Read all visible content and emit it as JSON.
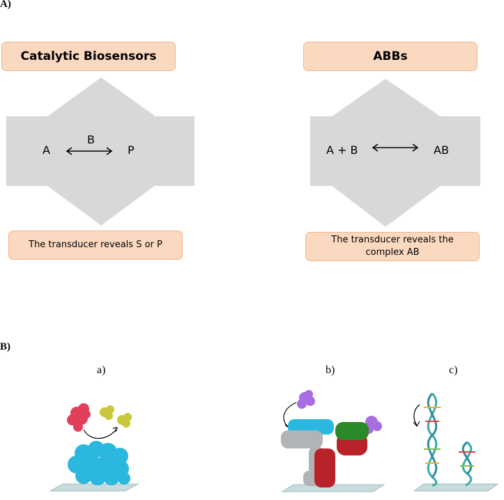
{
  "sections": {
    "a": "A)",
    "b": "B)"
  },
  "catalytic": {
    "title": "Catalytic Biosensors",
    "left_species": "A",
    "over_arrow": "B",
    "right_species": "P",
    "note": "The transducer reveals S or P"
  },
  "abbs": {
    "title": "ABBs",
    "left_species": "A + B",
    "right_species": "AB",
    "note": "The transducer reveals the complex AB"
  },
  "panels": {
    "a": "a)",
    "b": "b)",
    "c": "c)"
  },
  "colors": {
    "box_fill": "#fbd9c0",
    "box_border": "#f2b48a",
    "arrow_shape": "#d9d8d8",
    "enzyme": "#2ab8de",
    "substrate": "#e0405a",
    "product": "#c8c83c",
    "antigen": "#a86ee0",
    "antibody_red": "#b8232a",
    "antibody_green": "#2a8a2a",
    "antibody_gray": "#b0b4b6",
    "dna_teal": "#3aa8a8",
    "surface": "#c8dcdc"
  }
}
